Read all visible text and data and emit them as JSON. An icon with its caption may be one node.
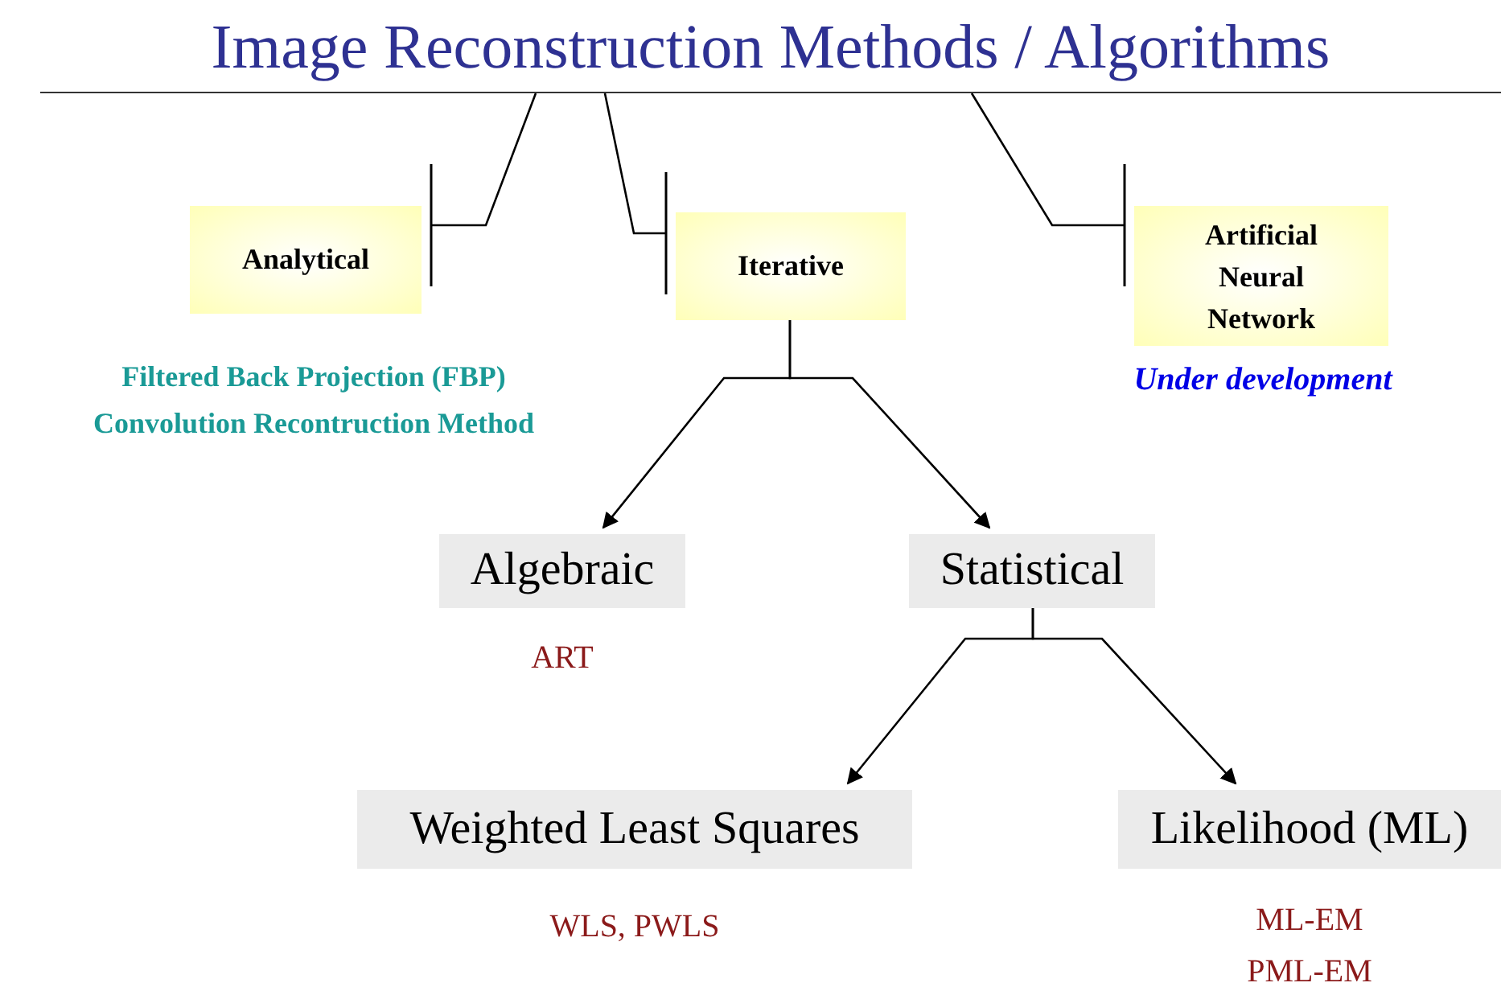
{
  "diagram": {
    "nodes": [
      {
        "text": [
          "Image Reconstruction Methods / Algorithms"
        ]
      },
      {
        "text": [
          "Analytical"
        ],
        "beside": [
          "Filtered Back Projection (FBP)",
          "Convolution Recontruction Method"
        ]
      },
      {
        "text": [
          "Iterative"
        ]
      },
      {
        "text": [
          "Artificial Neural Network"
        ],
        "beside": [
          "Under development"
        ]
      },
      {
        "text": [
          "Algebraic"
        ],
        "beside": [
          "ART"
        ]
      },
      {
        "text": [
          "Statistical"
        ]
      },
      {
        "text": [
          "Weighted Least Squares"
        ],
        "beside": [
          "WLS, PWLS"
        ]
      },
      {
        "text": [
          "Likelihood (ML)"
        ],
        "beside": [
          "ML-EM",
          "PML-EM"
        ]
      }
    ],
    "edges": [
      {
        "from": 0,
        "to": 1,
        "arrow": "other"
      },
      {
        "from": 0,
        "to": 2,
        "arrow": "other"
      },
      {
        "from": 0,
        "to": 3,
        "arrow": "other"
      },
      {
        "from": 2,
        "to": 4,
        "arrow": "to"
      },
      {
        "from": 2,
        "to": 5,
        "arrow": "to"
      },
      {
        "from": 5,
        "to": 6,
        "arrow": "to"
      },
      {
        "from": 5,
        "to": 7,
        "arrow": "to"
      }
    ]
  }
}
